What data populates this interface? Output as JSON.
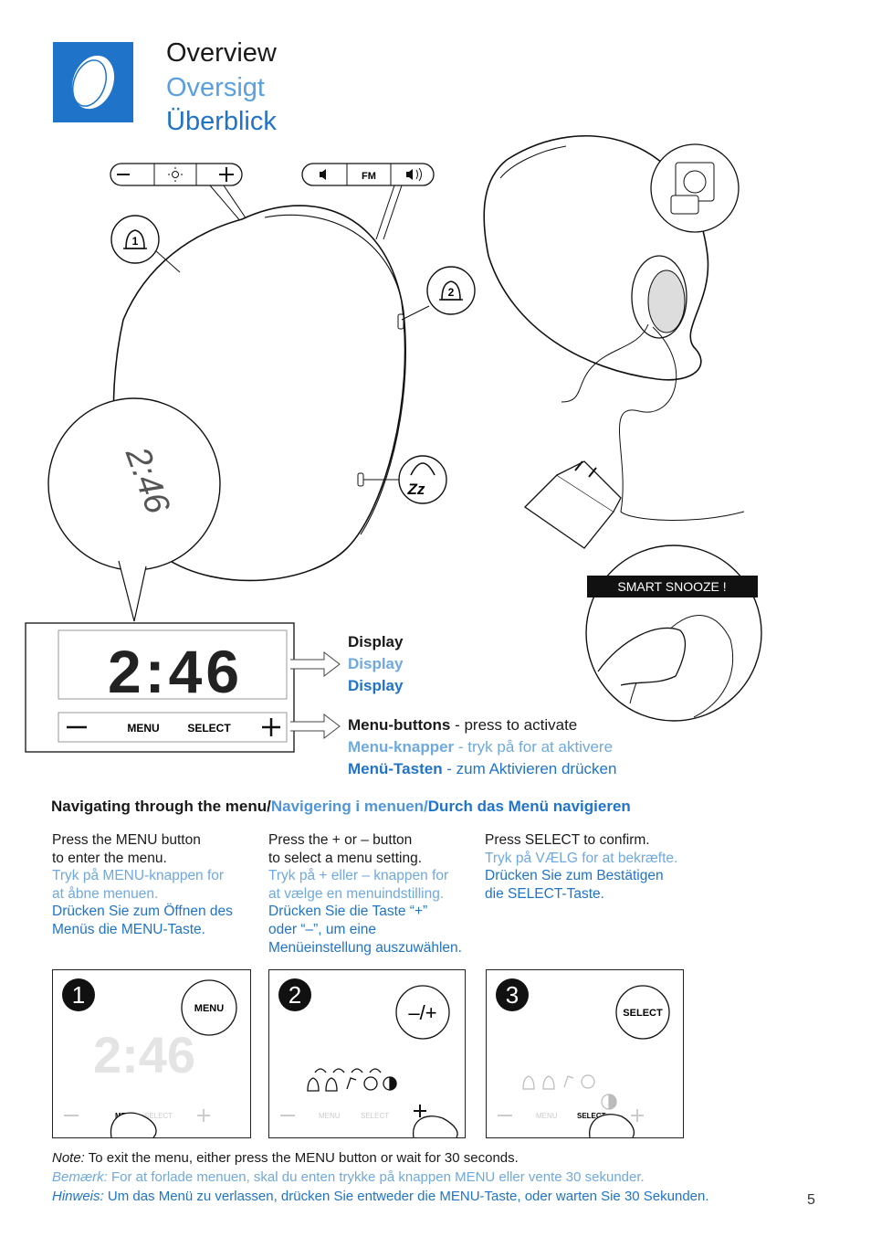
{
  "title": {
    "en": "Overview",
    "da": "Oversigt",
    "de": "Überblick"
  },
  "device": {
    "clock": "2:46",
    "fm_label": "FM",
    "smart_snooze": "SMART SNOOZE !",
    "menu_label": "MENU",
    "select_label": "SELECT"
  },
  "labels": {
    "display": {
      "en": "Display",
      "da": "Display",
      "de": "Display"
    },
    "menu_buttons": {
      "en_bold": "Menu-buttons",
      "en_rest": " - press to activate",
      "da_bold": "Menu-knapper",
      "da_rest": " - tryk på for at aktivere",
      "de_bold": "Menü-Tasten",
      "de_rest": " - zum Aktivieren drücken"
    }
  },
  "nav": {
    "en": "Navigating through the menu/",
    "da": "Navigering i menuen/",
    "de": "Durch das Menü navigieren"
  },
  "steps": [
    {
      "num": "1",
      "en": [
        "Press the MENU button",
        "to enter the menu."
      ],
      "da": [
        "Tryk på MENU-knappen for",
        "at åbne menuen."
      ],
      "de": [
        "Drücken Sie zum Öffnen des",
        "Menüs die MENU-Taste."
      ],
      "button": "MENU"
    },
    {
      "num": "2",
      "en": [
        "Press the + or – button",
        "to select a menu setting."
      ],
      "da": [
        "Tryk på + eller – knappen for",
        "at vælge en menuindstilling."
      ],
      "de": [
        "Drücken Sie die Taste “+”",
        "oder “–”, um eine",
        "Menüeinstellung auszuwählen."
      ],
      "button": "–/+"
    },
    {
      "num": "3",
      "en": [
        "Press SELECT to confirm."
      ],
      "da": [
        "Tryk på VÆLG for at bekræfte."
      ],
      "de": [
        "Drücken Sie zum Bestätigen",
        "die SELECT-Taste."
      ],
      "button": "SELECT"
    }
  ],
  "note": {
    "en_label": "Note:",
    "en": " To exit the menu, either press the MENU button or wait for 30 seconds.",
    "da_label": "Bemærk:",
    "da": " For at forlade menuen, skal du enten trykke på knappen MENU eller vente 30 sekunder.",
    "de_label": "Hinweis:",
    "de": " Um das Menü zu verlassen, drücken Sie entweder die MENU-Taste, oder warten Sie 30 Sekunden."
  },
  "page_number": "5",
  "colors": {
    "accent": "#1f74c9",
    "light_accent": "#6fa9de"
  }
}
